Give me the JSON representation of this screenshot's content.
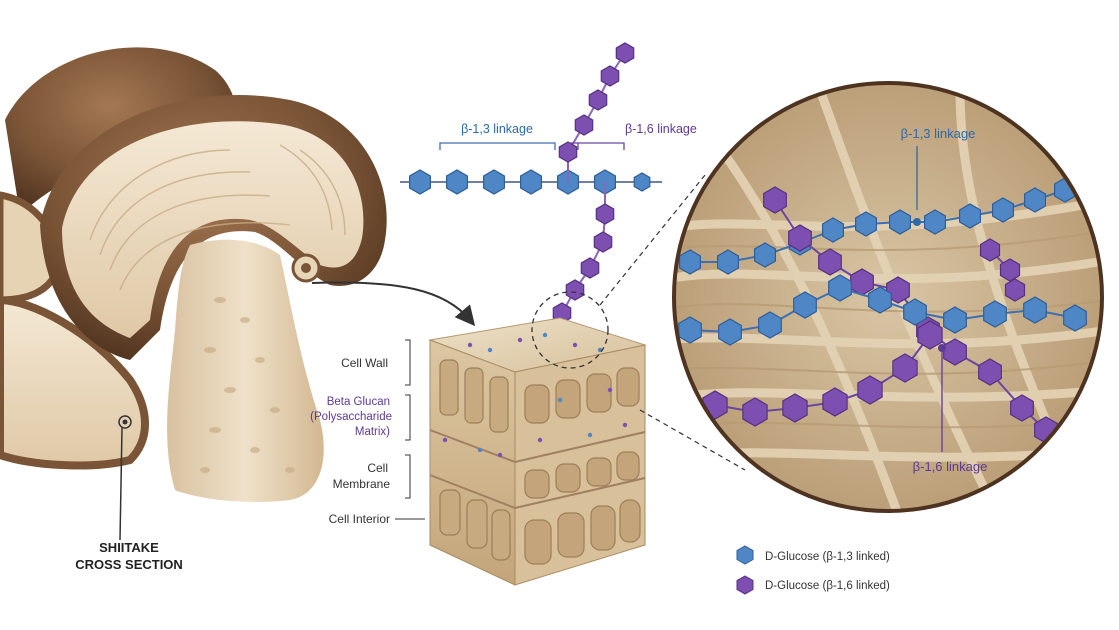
{
  "mushroom_label": {
    "line1": "SHIITAKE",
    "line2": "CROSS SECTION"
  },
  "chain_labels": {
    "b13": "β-1,3 linkage",
    "b16": "β-1,6 linkage"
  },
  "layer_labels": {
    "cell_wall": "Cell Wall",
    "beta_glucan_1": "Beta Glucan",
    "beta_glucan_2": "(Polysaccharide",
    "beta_glucan_3": "Matrix)",
    "membrane_1": "Cell",
    "membrane_2": "Membrane",
    "interior": "Cell Interior"
  },
  "zoom_labels": {
    "b13": "β-1,3 linkage",
    "b16": "β-1,6 linkage"
  },
  "legend": {
    "b13": "D-Glucose (β-1,3 linked)",
    "b16": "D-Glucose (β-1,6 linked)"
  },
  "colors": {
    "blue_glucose": "#4f86c6",
    "purple_glucose": "#7d4fb0",
    "mushroom_cap": "#7a5436",
    "mushroom_flesh": "#ecdcc4",
    "blue_text": "#2e6aa6",
    "purple_text": "#5e3a94",
    "label_text": "#333333"
  }
}
